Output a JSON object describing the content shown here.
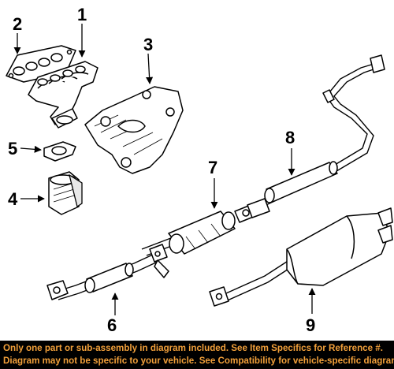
{
  "callouts": {
    "c1": "1",
    "c2": "2",
    "c3": "3",
    "c4": "4",
    "c5": "5",
    "c6": "6",
    "c7": "7",
    "c8": "8",
    "c9": "9"
  },
  "disclaimer": {
    "line1": "Only one part or sub-assembly in diagram included. See Item Specifics for Reference #.",
    "line2": "Diagram may not be specific to your vehicle. See Compatibility for vehicle-specific diagrams."
  },
  "colors": {
    "banner_background": "#000000",
    "banner_text": "#f2a03a",
    "line_art": "#000000"
  }
}
